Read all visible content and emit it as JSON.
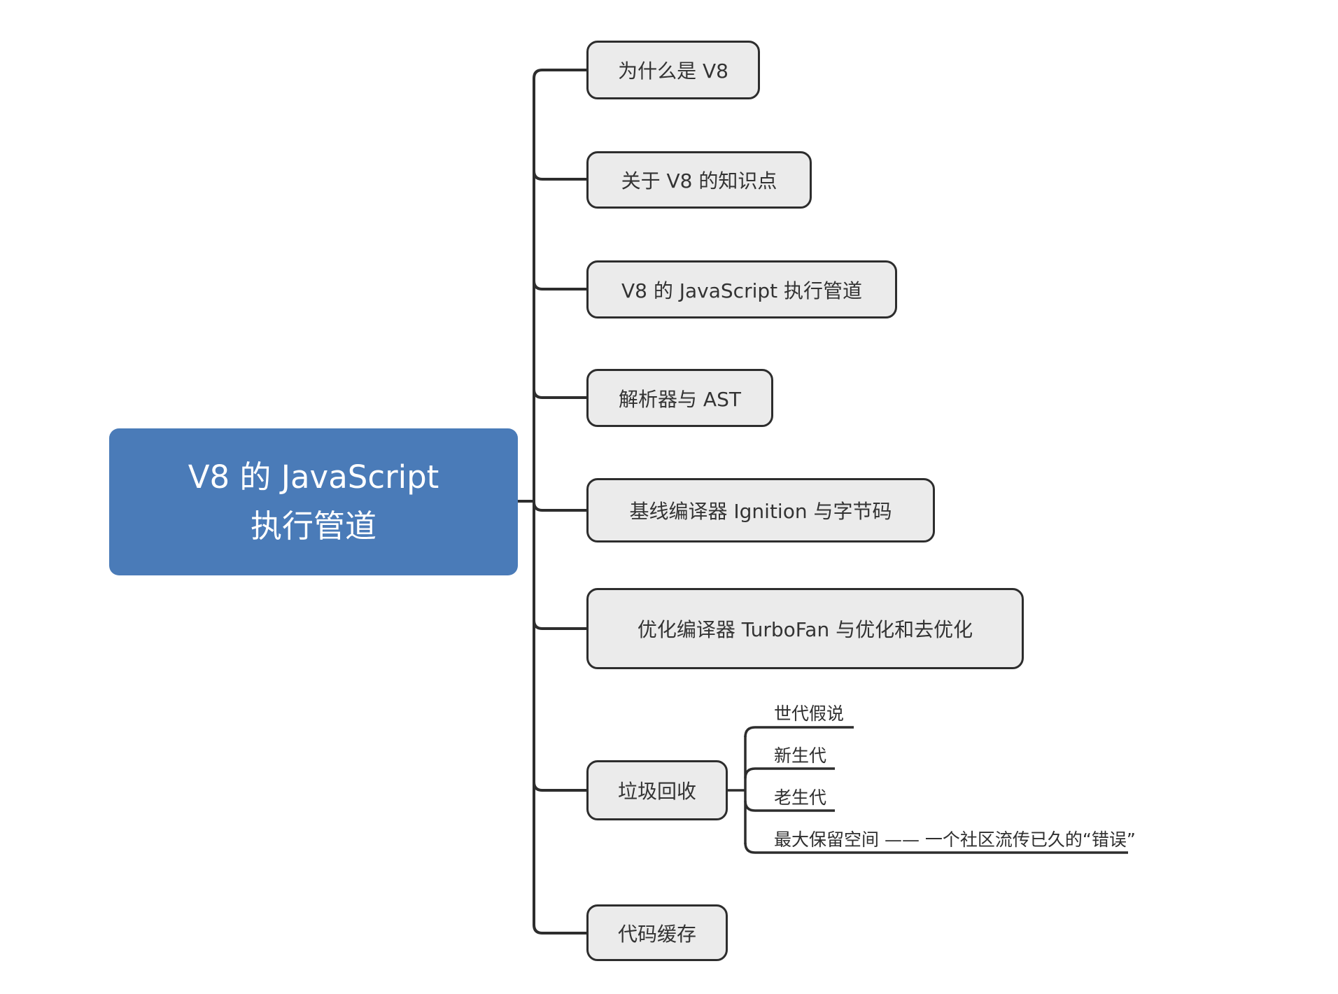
{
  "canvas": {
    "background": "#ffffff"
  },
  "styles": {
    "root_fill": "#4a7bb8",
    "root_text_color": "#ffffff",
    "node_fill": "#ebebeb",
    "node_border_color": "#2d2d2d",
    "line_color": "#2d2d2d"
  },
  "root": {
    "label_line1": "V8 的 JavaScript",
    "label_line2": "执行管道"
  },
  "branches": [
    {
      "label": "为什么是 V8"
    },
    {
      "label": "关于 V8 的知识点"
    },
    {
      "label": "V8 的 JavaScript 执行管道"
    },
    {
      "label": "解析器与 AST"
    },
    {
      "label": "基线编译器 Ignition 与字节码"
    },
    {
      "label": "优化编译器 TurboFan 与优化和去优化"
    },
    {
      "label": "垃圾回收",
      "children": [
        {
          "label": "世代假说"
        },
        {
          "label": "新生代"
        },
        {
          "label": "老生代"
        },
        {
          "label": "最大保留空间 —— 一个社区流传已久的“错误”"
        }
      ]
    },
    {
      "label": "代码缓存"
    }
  ]
}
